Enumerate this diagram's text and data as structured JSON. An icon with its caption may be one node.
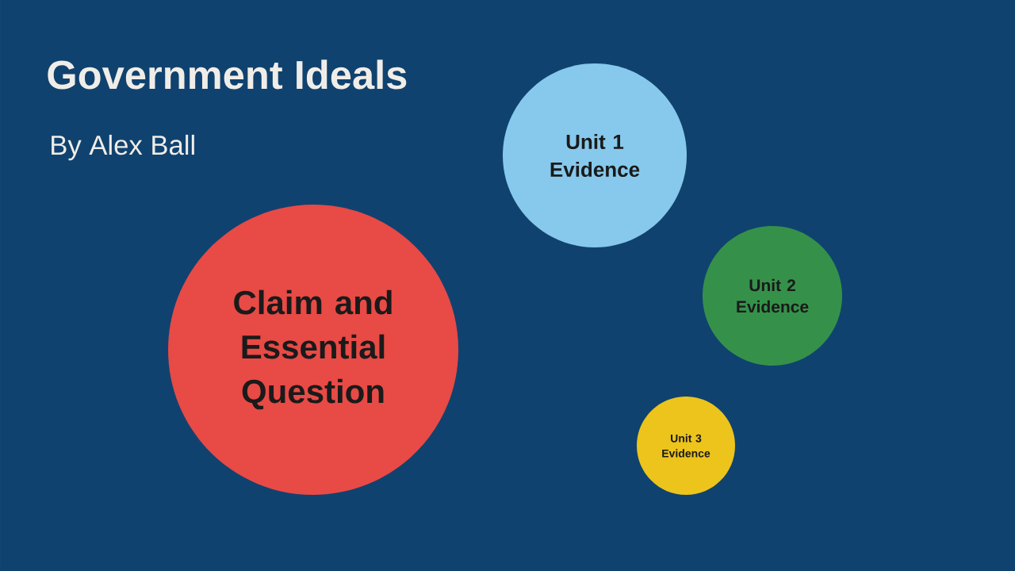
{
  "diagram": {
    "title": "Government Ideals",
    "nodes": [
      {
        "text": [
          "Claim and Essential Question"
        ]
      },
      {
        "text": [
          "Unit 1 Evidence"
        ]
      },
      {
        "text": [
          "Unit 2 Evidence"
        ]
      },
      {
        "text": [
          "Unit 3 Evidence"
        ]
      }
    ],
    "edges": [],
    "labels": [
      "By Alex Ball"
    ]
  }
}
